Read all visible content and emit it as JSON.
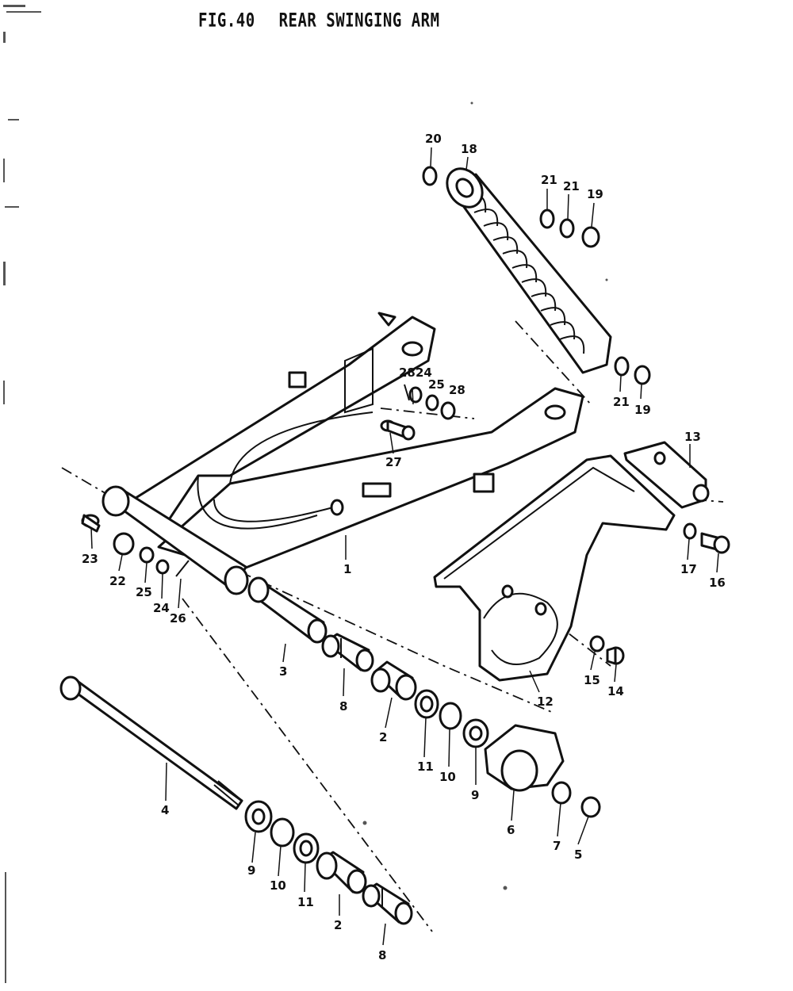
{
  "figure": {
    "number": "FIG.40",
    "title": "REAR SWINGING ARM"
  },
  "callouts": [
    {
      "id": "c1",
      "text": "1"
    },
    {
      "id": "c2a",
      "text": "2"
    },
    {
      "id": "c2b",
      "text": "2"
    },
    {
      "id": "c3",
      "text": "3"
    },
    {
      "id": "c4",
      "text": "4"
    },
    {
      "id": "c5",
      "text": "5"
    },
    {
      "id": "c6",
      "text": "6"
    },
    {
      "id": "c7",
      "text": "7"
    },
    {
      "id": "c8a",
      "text": "8"
    },
    {
      "id": "c8b",
      "text": "8"
    },
    {
      "id": "c9a",
      "text": "9"
    },
    {
      "id": "c9b",
      "text": "9"
    },
    {
      "id": "c10a",
      "text": "10"
    },
    {
      "id": "c10b",
      "text": "10"
    },
    {
      "id": "c11a",
      "text": "11"
    },
    {
      "id": "c11b",
      "text": "11"
    },
    {
      "id": "c12",
      "text": "12"
    },
    {
      "id": "c13",
      "text": "13"
    },
    {
      "id": "c14",
      "text": "14"
    },
    {
      "id": "c15",
      "text": "15"
    },
    {
      "id": "c16",
      "text": "16"
    },
    {
      "id": "c17",
      "text": "17"
    },
    {
      "id": "c18",
      "text": "18"
    },
    {
      "id": "c19a",
      "text": "19"
    },
    {
      "id": "c19b",
      "text": "19"
    },
    {
      "id": "c20",
      "text": "20"
    },
    {
      "id": "c21a",
      "text": "21"
    },
    {
      "id": "c21b",
      "text": "21"
    },
    {
      "id": "c21c",
      "text": "21"
    },
    {
      "id": "c22",
      "text": "22"
    },
    {
      "id": "c23",
      "text": "23"
    },
    {
      "id": "c24a",
      "text": "24"
    },
    {
      "id": "c24b",
      "text": "24"
    },
    {
      "id": "c25a",
      "text": "25"
    },
    {
      "id": "c25b",
      "text": "25"
    },
    {
      "id": "c26",
      "text": "26"
    },
    {
      "id": "c27",
      "text": "27"
    },
    {
      "id": "c28a",
      "text": "28"
    },
    {
      "id": "c28b",
      "text": "28"
    }
  ]
}
